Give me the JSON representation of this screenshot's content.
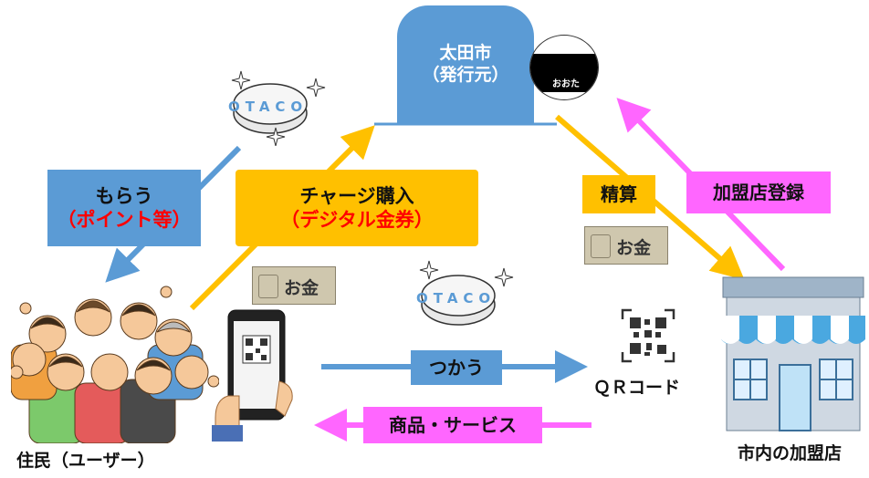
{
  "issuer": {
    "line1": "太田市",
    "line2": "（発行元）"
  },
  "card": {
    "label": "おおた"
  },
  "coin": {
    "text": "OTACO"
  },
  "bill": {
    "text": "お金"
  },
  "flows": {
    "receive": {
      "line1": "もらう",
      "line2": "（ポイント等）"
    },
    "charge": {
      "line1": "チャージ購入",
      "line2": "（デジタル金券）"
    },
    "settle": {
      "label": "精算"
    },
    "register": {
      "label": "加盟店登録"
    },
    "use": {
      "label": "つかう"
    },
    "goods": {
      "label": "商品・サービス"
    }
  },
  "qr": {
    "label": "ＱＲコード"
  },
  "residents": {
    "label": "住民（ユーザー）"
  },
  "store": {
    "label": "市内の加盟店"
  },
  "colors": {
    "blue": "#5b9bd5",
    "orange": "#ffc000",
    "magenta": "#ff66ff",
    "red": "#ff0000",
    "bill": "#cfc7ae",
    "awning": "#4aa8e0"
  }
}
